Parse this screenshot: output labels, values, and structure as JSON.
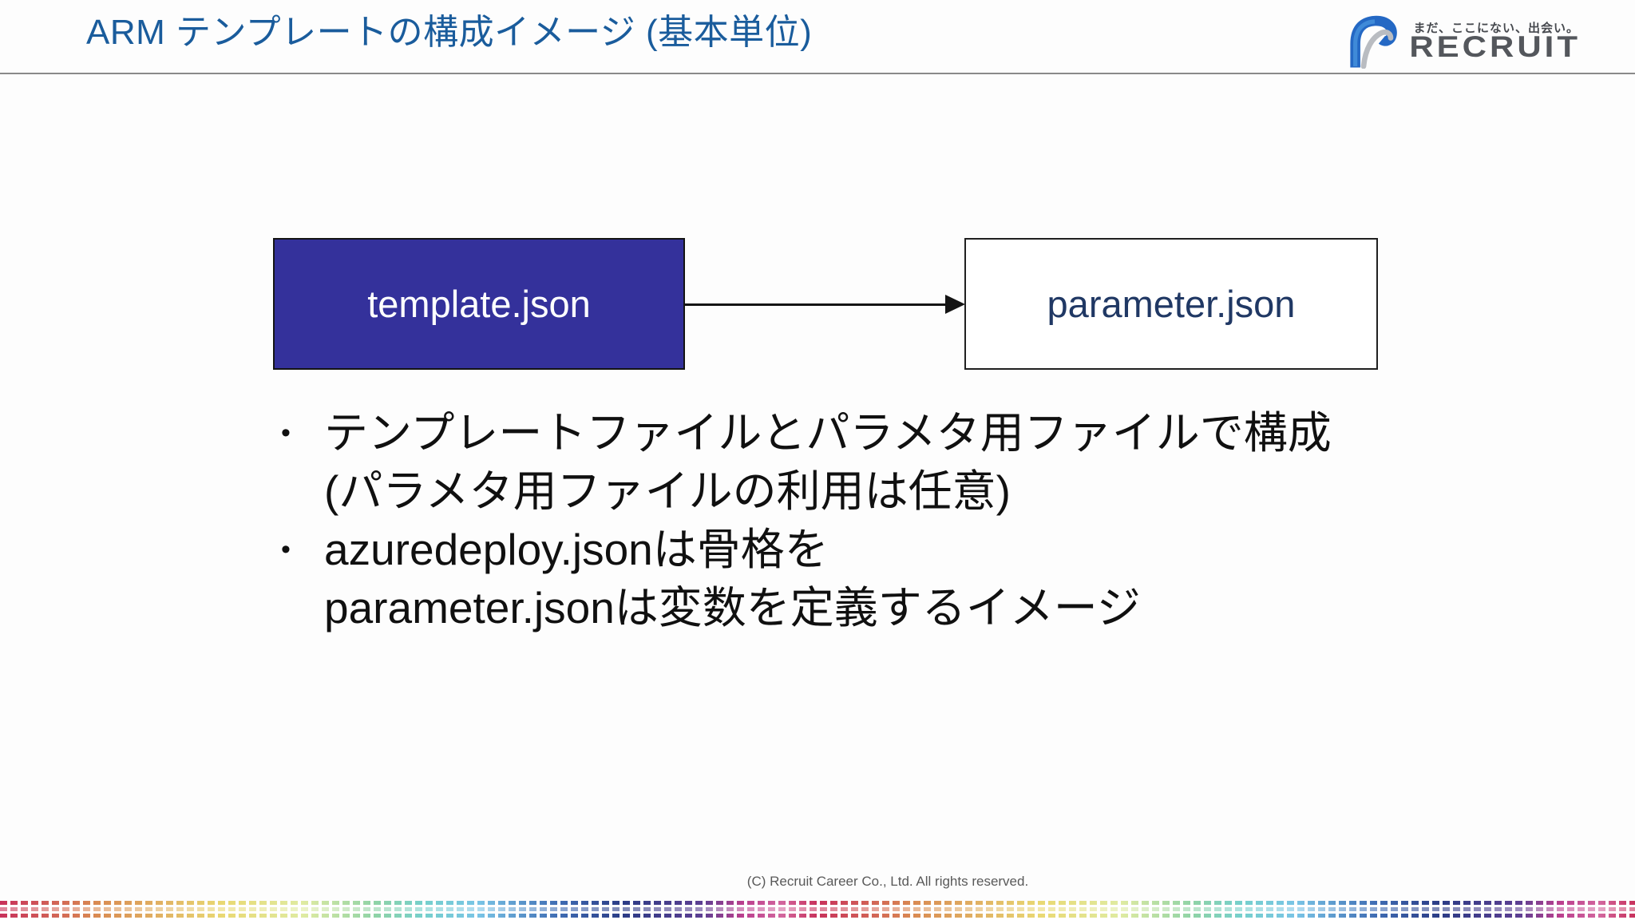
{
  "slide": {
    "title": "ARM テンプレートの構成イメージ (基本単位)",
    "logo": {
      "tagline": "まだ、ここにない、出会い。",
      "wordmark": "RECRUIT"
    },
    "diagram": {
      "template_box_label": "template.json",
      "parameter_box_label": "parameter.json",
      "connector": "arrow-right"
    },
    "bullet_char": "•",
    "bullets": [
      {
        "lines": [
          "テンプレートファイルとパラメタ用ファイルで構成",
          "(パラメタ用ファイルの利用は任意)"
        ]
      },
      {
        "lines": [
          "azuredeploy.jsonは骨格を",
          "parameter.jsonは変数を定義するイメージ"
        ]
      }
    ],
    "footer": "(C) Recruit Career Co., Ltd. All rights reserved.",
    "colors": {
      "title_blue": "#1a5c9c",
      "template_box_fill": "#34319b",
      "template_box_text": "#ffffff",
      "parameter_box_text": "#203864",
      "box_border": "#141414",
      "wordmark_gray": "#54575c",
      "footer_gray": "#595959",
      "divider_gray": "#8a8a8a"
    }
  }
}
